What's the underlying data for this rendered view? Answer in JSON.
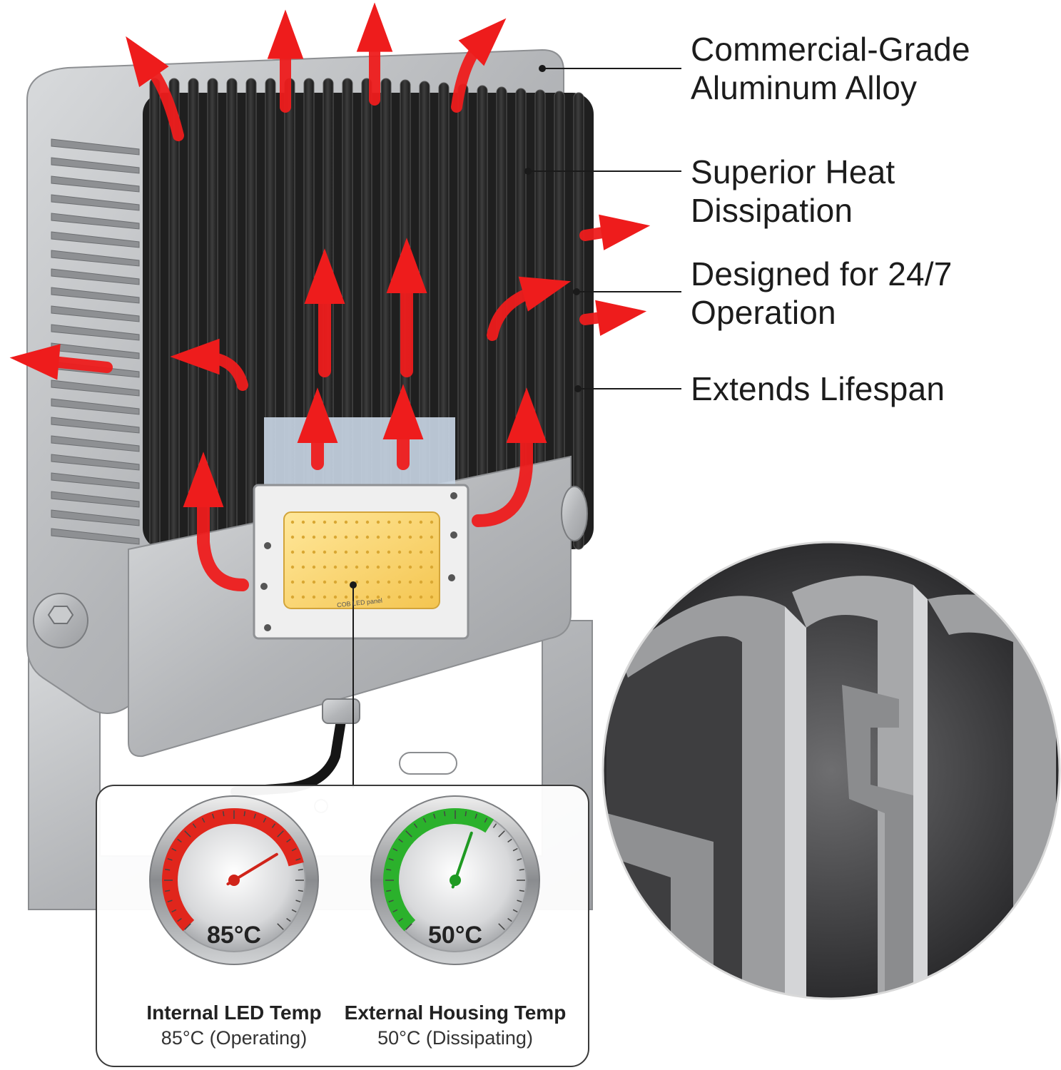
{
  "features": [
    {
      "text": "Commercial-Grade\nAluminum Alloy"
    },
    {
      "text": "Superior Heat Dissipation"
    },
    {
      "text": "Designed for 24/7\nOperation"
    },
    {
      "text": "Extends Lifespan"
    }
  ],
  "led_panel_label": "COB LED panel",
  "gauges": [
    {
      "value_label": "85°C",
      "title": "Internal LED Temp",
      "subtitle": "85°C (Operating)",
      "arc_color": "#e0261c",
      "needle_color": "#d0241a",
      "level": 0.78
    },
    {
      "value_label": "50°C",
      "title": "External Housing Temp",
      "subtitle": "50°C (Dissipating)",
      "arc_color": "#2bb12c",
      "needle_color": "#1f9a22",
      "level": 0.62
    }
  ],
  "colors": {
    "arrow": "#ee1c1c",
    "heatsink": "#2a2a2a",
    "housing": "#b7b9bc"
  }
}
